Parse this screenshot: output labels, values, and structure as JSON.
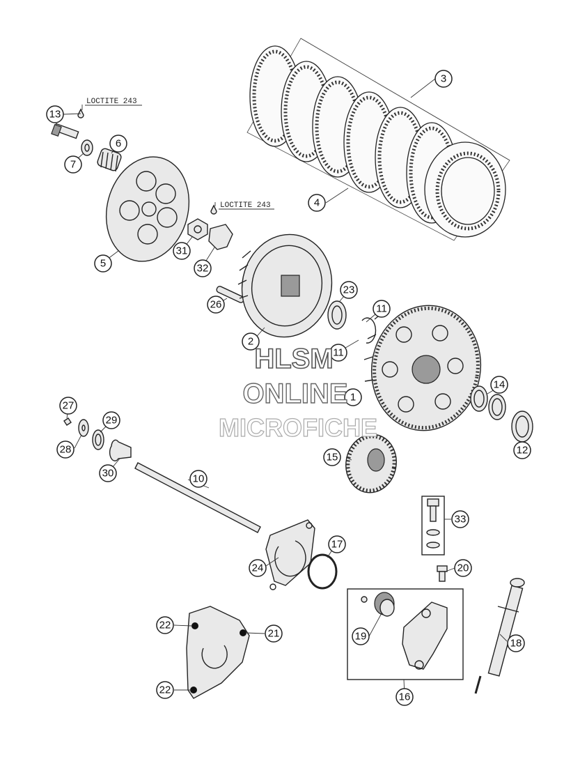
{
  "callouts": [
    {
      "id": "1",
      "label": "1"
    },
    {
      "id": "2",
      "label": "2"
    },
    {
      "id": "3",
      "label": "3"
    },
    {
      "id": "4",
      "label": "4"
    },
    {
      "id": "5",
      "label": "5"
    },
    {
      "id": "6",
      "label": "6"
    },
    {
      "id": "7",
      "label": "7"
    },
    {
      "id": "10",
      "label": "10"
    },
    {
      "id": "11a",
      "label": "11"
    },
    {
      "id": "11b",
      "label": "11"
    },
    {
      "id": "12",
      "label": "12"
    },
    {
      "id": "13",
      "label": "13"
    },
    {
      "id": "14",
      "label": "14"
    },
    {
      "id": "15",
      "label": "15"
    },
    {
      "id": "16",
      "label": "16"
    },
    {
      "id": "17",
      "label": "17"
    },
    {
      "id": "18",
      "label": "18"
    },
    {
      "id": "19",
      "label": "19"
    },
    {
      "id": "20",
      "label": "20"
    },
    {
      "id": "21",
      "label": "21"
    },
    {
      "id": "22a",
      "label": "22"
    },
    {
      "id": "22b",
      "label": "22"
    },
    {
      "id": "23",
      "label": "23"
    },
    {
      "id": "24",
      "label": "24"
    },
    {
      "id": "26",
      "label": "26"
    },
    {
      "id": "27",
      "label": "27"
    },
    {
      "id": "28",
      "label": "28"
    },
    {
      "id": "29",
      "label": "29"
    },
    {
      "id": "30",
      "label": "30"
    },
    {
      "id": "31",
      "label": "31"
    },
    {
      "id": "32",
      "label": "32"
    },
    {
      "id": "33",
      "label": "33"
    }
  ],
  "notes": {
    "loctite_upper": "LOCTITE 243",
    "loctite_lower": "LOCTITE 243"
  },
  "watermark": {
    "line1": "HLSM",
    "line2": "ONLINE",
    "line3": "MICROFICHE"
  }
}
